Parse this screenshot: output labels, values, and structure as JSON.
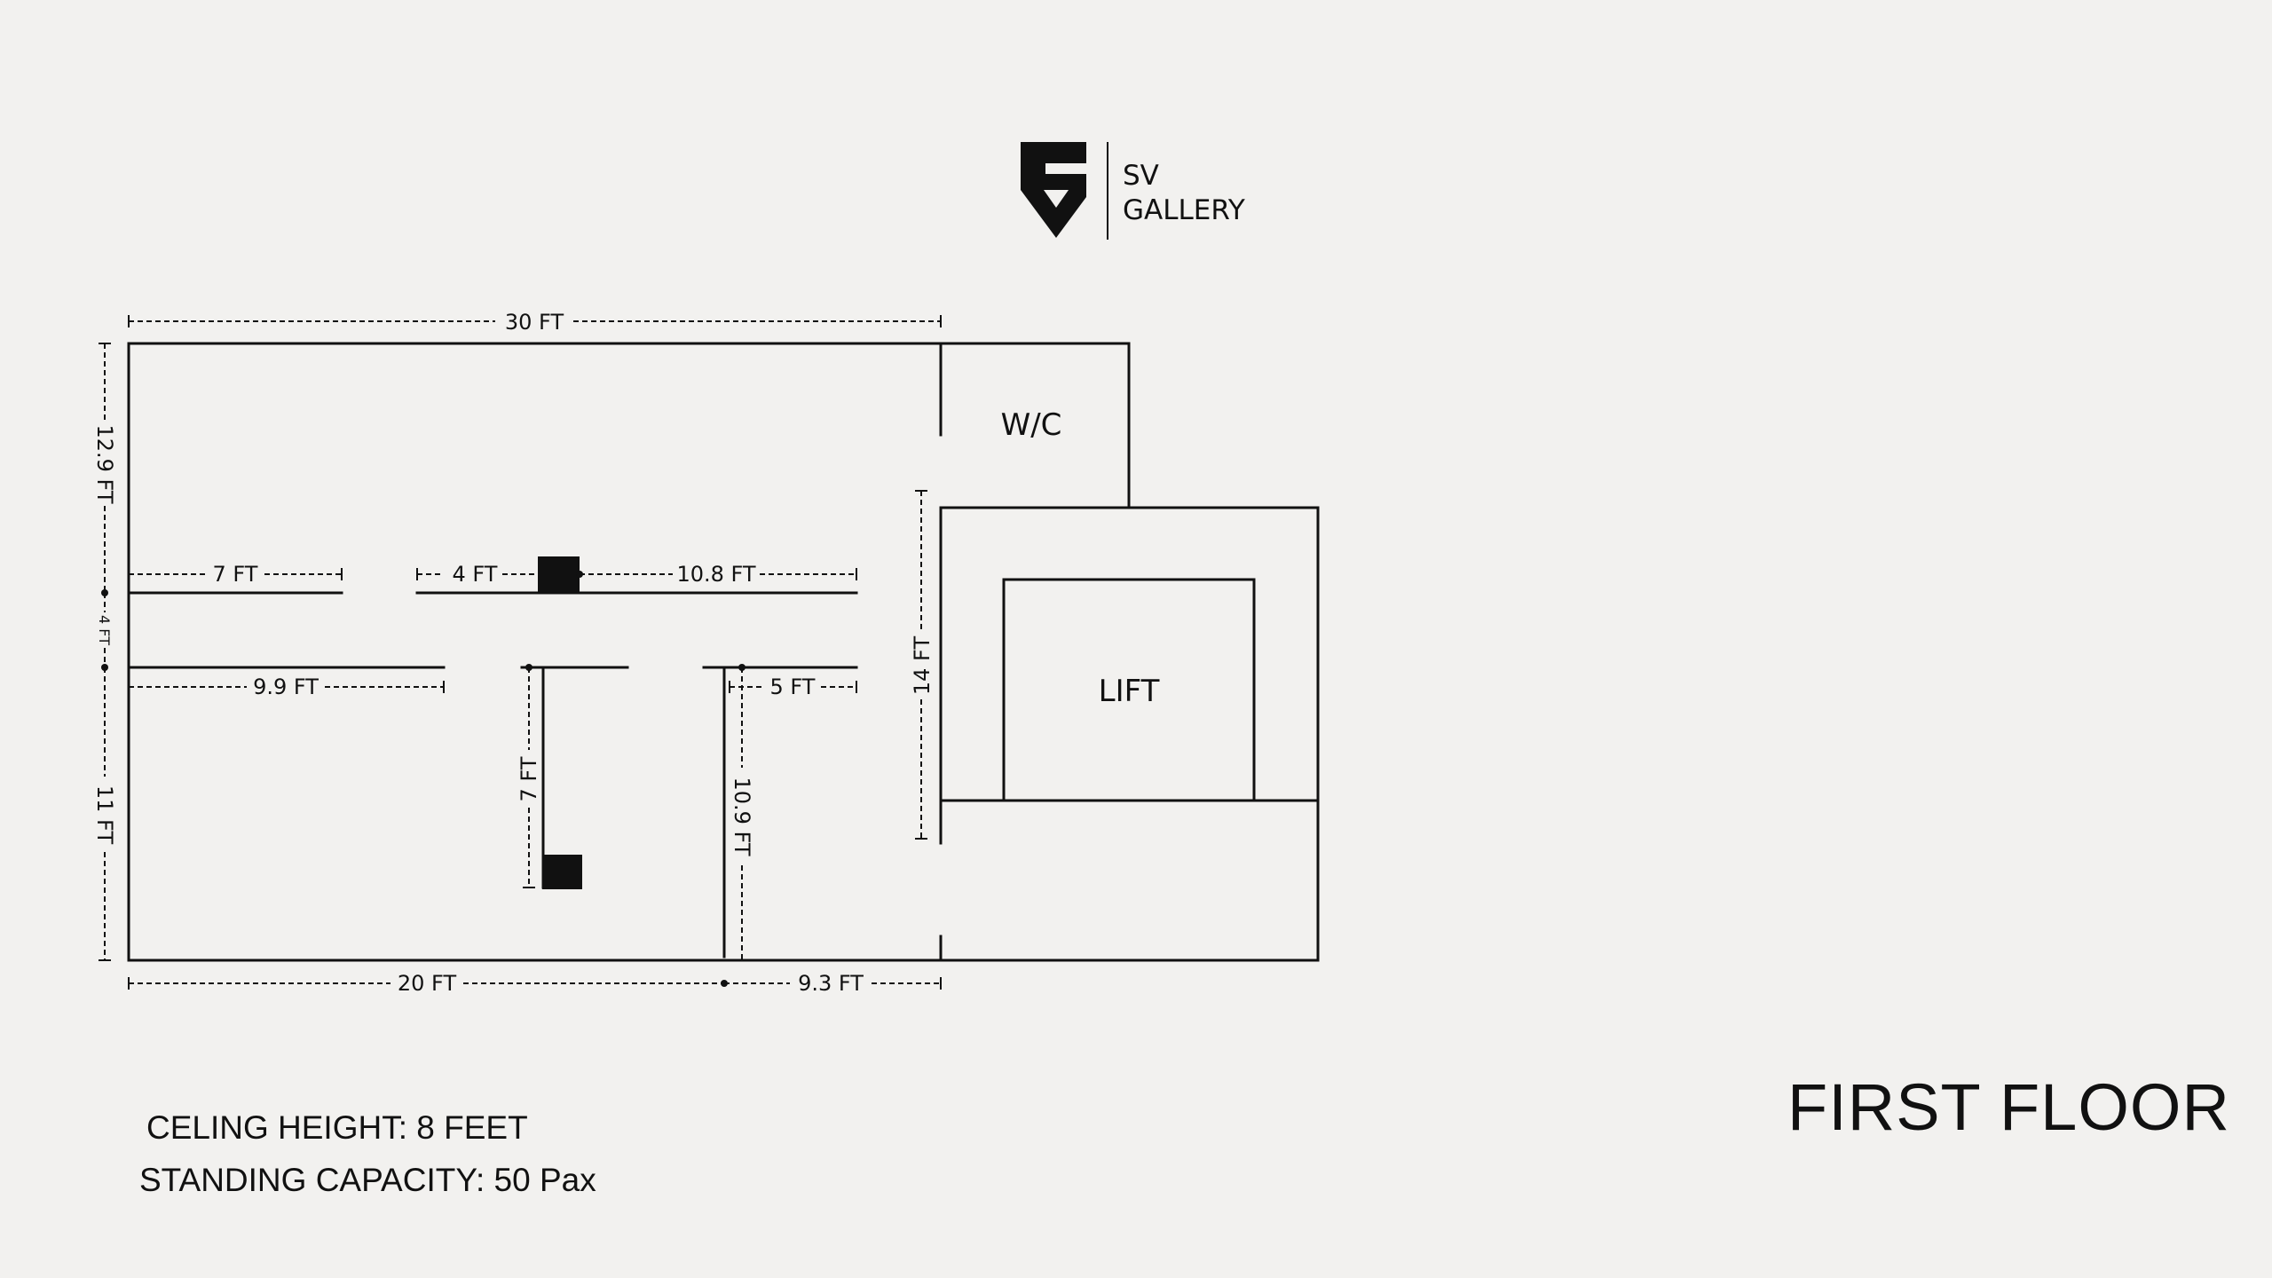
{
  "brand": {
    "name_line1": "SV",
    "name_line2": "GALLERY",
    "logo_icon": "sv-monogram-icon"
  },
  "rooms": {
    "wc": "W/C",
    "lift": "LIFT"
  },
  "dimensions": {
    "top_width": "30 FT",
    "left_upper": "12.9 FT",
    "left_middle": "4 FT",
    "left_lower": "11 FT",
    "upper_left_wall": "7 FT",
    "upper_mid_wall": "4 FT",
    "upper_right_wall": "10.8 FT",
    "lower_left_wall": "9.9 FT",
    "lower_right_wall": "5 FT",
    "pillar_wall": "7 FT",
    "partition_wall": "10.9 FT",
    "lift_side": "14 FT",
    "bottom_left": "20 FT",
    "bottom_right": "9.3 FT"
  },
  "info": {
    "ceiling": "CELING HEIGHT: 8 FEET",
    "capacity": "STANDING CAPACITY: 50 Pax"
  },
  "floor_title": "FIRST FLOOR",
  "colors": {
    "background": "#f2f1ef",
    "ink": "#111111"
  }
}
